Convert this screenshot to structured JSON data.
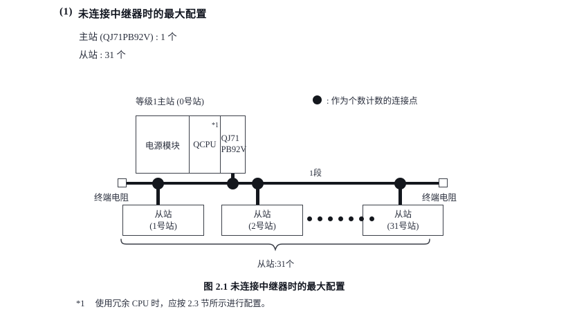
{
  "heading": {
    "number": "(1)",
    "title": "未连接中继器时的最大配置"
  },
  "spec": {
    "master_line": "主站 (QJ71PB92V) : 1 个",
    "slave_line": "从站 : 31 个"
  },
  "legend": {
    "symbol_name": "filled-circle-icon",
    "text": ": 作为个数计数的连接点"
  },
  "diagram": {
    "master": {
      "caption": "等级1主站 (0号站)",
      "cells": {
        "power_module": "电源模块",
        "cpu": "QCPU",
        "cpu_footnote_mark": "*1",
        "network_module": "QJ71\nPB92V",
        "network_module_line1": "QJ71",
        "network_module_line2": "PB92V"
      }
    },
    "bus": {
      "segment_label": "1段",
      "terminator_left_label": "终端电阻",
      "terminator_right_label": "终端电阻"
    },
    "slaves": [
      {
        "title": "从站",
        "station": "(1号站)"
      },
      {
        "title": "从站",
        "station": "(2号站)"
      },
      {
        "title": "从站",
        "station": "(31号站)"
      }
    ],
    "ellipsis_dot_count": 7,
    "brace_total_label": "从站:31个"
  },
  "figure": {
    "caption": "图 2.1  未连接中继器时的最大配置"
  },
  "footnote": {
    "mark": "*1",
    "text": "使用冗余 CPU 时，应按 2.3 节所示进行配置。"
  },
  "colors": {
    "ink": "#232733",
    "line": "#14171d",
    "box_border": "#3b3f48",
    "background": "#ffffff"
  }
}
